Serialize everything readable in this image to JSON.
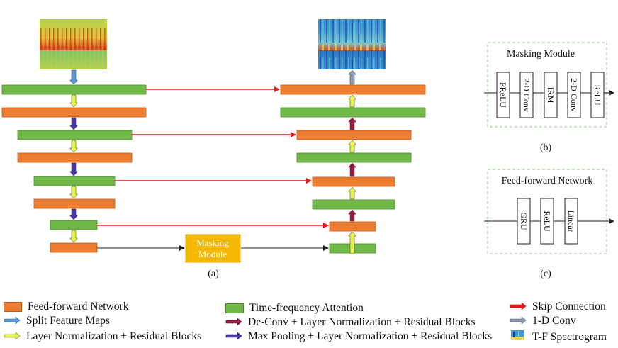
{
  "panel_a": {
    "caption": "(a)",
    "masking_module_label_1": "Masking",
    "masking_module_label_2": "Module"
  },
  "panel_b": {
    "title": "Masking Module",
    "blocks": [
      "PReLU",
      "2-D Conv",
      "IRM",
      "2-D Conv",
      "ReLU"
    ],
    "caption": "(b)"
  },
  "panel_c": {
    "title": "Feed-forward Network",
    "blocks": [
      "GRU",
      "ReLU",
      "Linear"
    ],
    "caption": "(c)"
  },
  "legend": {
    "feed_forward": "Feed-forward Network",
    "split_feature_maps": "Split Feature Maps",
    "layer_norm_residual": "Layer Normalization + Residual Blocks",
    "time_frequency_attention": "Time-frequency Attention",
    "deconv_layer_norm_residual": "De-Conv + Layer Normalization + Residual Blocks",
    "maxpool_layer_norm_residual": "Max Pooling + Layer Normalization + Residual Blocks",
    "skip_connection": "Skip Connection",
    "conv1d": "1-D Conv",
    "tf_spectrogram": "T-F Spectrogram"
  },
  "colors": {
    "feed_forward": "#ed7d31",
    "time_frequency_attention": "#70b949",
    "skip_connection": "#e31a1c",
    "split_arrow": "#5b9bd5",
    "layer_norm_arrow": "#e8f04a",
    "deconv_arrow": "#9b1b3e",
    "maxpool_arrow": "#4b35a5",
    "conv1d_arrow": "#8c9bb5",
    "masking_module": "#f5b800"
  }
}
